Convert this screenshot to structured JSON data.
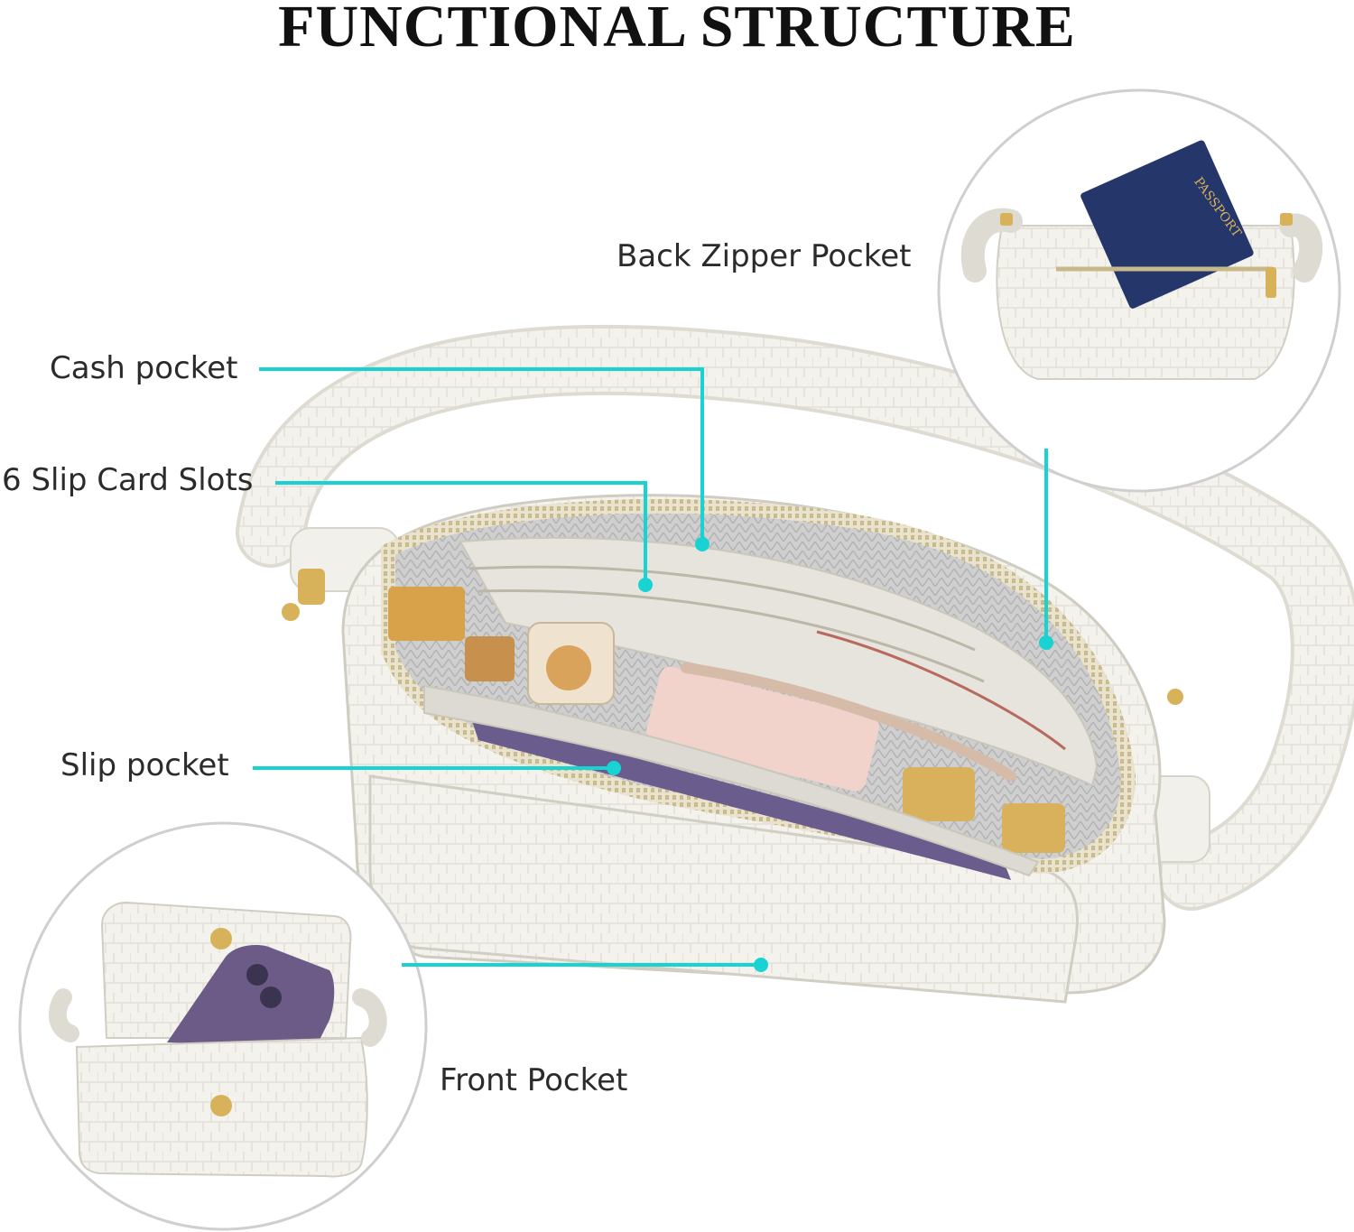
{
  "title": "FUNCTIONAL STRUCTURE",
  "accent_color": "#19d3d3",
  "labels": {
    "back_zipper_pocket": "Back Zipper Pocket",
    "cash_pocket": "Cash pocket",
    "card_slots": "6 Slip Card Slots",
    "slip_pocket": "Slip pocket",
    "front_pocket": "Front Pocket"
  },
  "inset_texts": {
    "passport": "PASSPORT"
  }
}
